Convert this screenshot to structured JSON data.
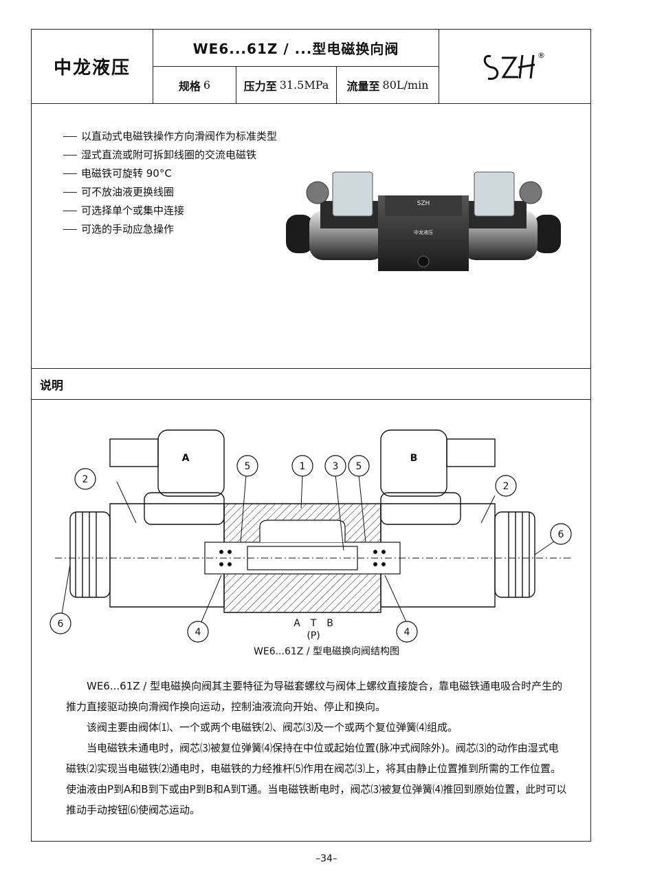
{
  "header": {
    "company": "中龙液压",
    "title": "WE6...61Z / ...型电磁换向阀",
    "spec_size_label": "规格",
    "spec_size_value": "6",
    "spec_pressure_label": "压力至",
    "spec_pressure_value": "31.5MPa",
    "spec_flow_label": "流量至",
    "spec_flow_value": "80L/min",
    "logo_text": "SZH",
    "logo_reg": "®"
  },
  "features": [
    "以直动式电磁铁操作方向滑阀作为标准类型",
    "湿式直流或附可拆卸线圈的交流电磁铁",
    "电磁铁可旋转 90°C",
    "可不放油液更换线圈",
    "可选择单个或集中连接",
    "可选的手动应急操作"
  ],
  "product_photo": {
    "nameplate": "SZH",
    "label": "中龙液压"
  },
  "section_title": "说明",
  "diagram": {
    "coil_a": "A",
    "coil_b": "B",
    "port_a": "A",
    "port_t": "T",
    "port_b": "B",
    "port_p": "(P)",
    "callouts": [
      "1",
      "2",
      "2",
      "3",
      "4",
      "4",
      "5",
      "5",
      "6",
      "6"
    ],
    "caption": "WE6...61Z / 型电磁换向阀结构图"
  },
  "description": [
    "WE6...61Z / 型电磁换向阀其主要特征为导磁套螺纹与阀体上螺纹直接旋合，靠电磁铁通电吸合时产生的推力直接驱动换向滑阀作换向运动，控制油液流向开始、停止和换向。",
    "该阀主要由阀体⑴、一个或两个电磁铁⑵、阀芯⑶及一个或两个复位弹簧⑷组成。",
    "当电磁铁未通电时，阀芯⑶被复位弹簧⑷保持在中位或起始位置(脉冲式阀除外)。阀芯⑶的动作由湿式电磁铁⑵实现当电磁铁⑵通电时，电磁铁的力经推杆⑸作用在阀芯⑶上，将其由静止位置推到所需的工作位置。使油液由P到A和B到下或由P到B和A到T通。当电磁铁断电时，阀芯⑶被复位弹簧⑷推回到原始位置，此时可以推动手动按钮⑹使阀芯运动。"
  ],
  "page_number": "–34–"
}
